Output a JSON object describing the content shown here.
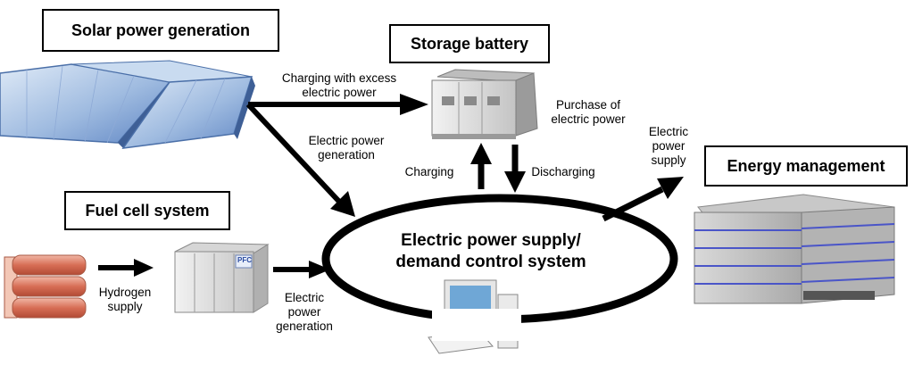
{
  "titles": {
    "solar": "Solar power generation",
    "battery": "Storage battery",
    "fuel": "Fuel cell system",
    "energy": "Energy management"
  },
  "labels": {
    "charging_excess_1": "Charging with excess",
    "charging_excess_2": "electric power",
    "purchase_1": "Purchase of",
    "purchase_2": "electric power",
    "elec_gen_1": "Electric power",
    "elec_gen_2": "generation",
    "charging": "Charging",
    "discharging": "Discharging",
    "supply_1": "Electric",
    "supply_2": "power",
    "supply_3": "supply",
    "hydrogen_1": "Hydrogen",
    "hydrogen_2": "supply",
    "fc_gen_1": "Electric",
    "fc_gen_2": "power",
    "fc_gen_3": "generation"
  },
  "center": {
    "line1": "Electric power supply/",
    "line2": "demand control system"
  },
  "fuel_cell_badge": "PFC"
}
